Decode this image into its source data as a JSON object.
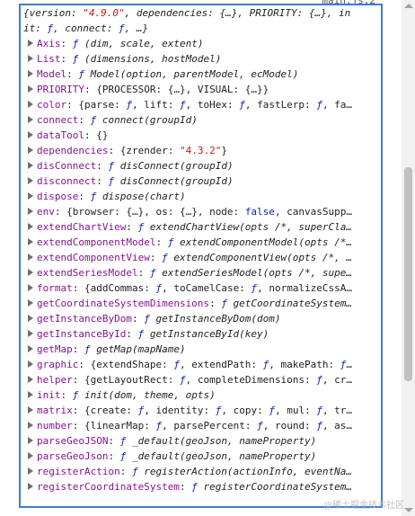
{
  "source_link": "main.js:2",
  "root_line1": "{version: \"4.9.0\", dependencies: {…}, PRIORITY: {…}, in",
  "root_line2": "it: ƒ, connect: ƒ, …}",
  "properties": [
    {
      "key": "Axis",
      "value": "ƒ (dim, scale, extent)",
      "expandable": true
    },
    {
      "key": "List",
      "value": "ƒ (dimensions, hostModel)",
      "expandable": true
    },
    {
      "key": "Model",
      "value": "ƒ Model(option, parentModel, ecModel)",
      "expandable": true
    },
    {
      "key": "PRIORITY",
      "value": "{PROCESSOR: {…}, VISUAL: {…}}",
      "expandable": true
    },
    {
      "key": "color",
      "value": "{parse: ƒ, lift: ƒ, toHex: ƒ, fastLerp: ƒ, fa…",
      "expandable": true
    },
    {
      "key": "connect",
      "value": "ƒ connect(groupId)",
      "expandable": true
    },
    {
      "key": "dataTool",
      "value": "{}",
      "expandable": true
    },
    {
      "key": "dependencies",
      "value": "{zrender: \"4.3.2\"}",
      "expandable": true
    },
    {
      "key": "disConnect",
      "value": "ƒ disConnect(groupId)",
      "expandable": true
    },
    {
      "key": "disconnect",
      "value": "ƒ disConnect(groupId)",
      "expandable": true
    },
    {
      "key": "dispose",
      "value": "ƒ dispose(chart)",
      "expandable": true
    },
    {
      "key": "env",
      "value": "{browser: {…}, os: {…}, node: false, canvasSupp…",
      "expandable": true
    },
    {
      "key": "extendChartView",
      "value": "ƒ extendChartView(opts /*, superCla…",
      "expandable": true
    },
    {
      "key": "extendComponentModel",
      "value": "ƒ extendComponentModel(opts /*…",
      "expandable": true
    },
    {
      "key": "extendComponentView",
      "value": "ƒ extendComponentView(opts /*, …",
      "expandable": true
    },
    {
      "key": "extendSeriesModel",
      "value": "ƒ extendSeriesModel(opts /*, supe…",
      "expandable": true
    },
    {
      "key": "format",
      "value": "{addCommas: ƒ, toCamelCase: ƒ, normalizeCssA…",
      "expandable": true
    },
    {
      "key": "getCoordinateSystemDimensions",
      "value": "ƒ getCoordinateSystem…",
      "expandable": true
    },
    {
      "key": "getInstanceByDom",
      "value": "ƒ getInstanceByDom(dom)",
      "expandable": true
    },
    {
      "key": "getInstanceById",
      "value": "ƒ getInstanceById(key)",
      "expandable": true
    },
    {
      "key": "getMap",
      "value": "ƒ getMap(mapName)",
      "expandable": true
    },
    {
      "key": "graphic",
      "value": "{extendShape: ƒ, extendPath: ƒ, makePath: ƒ…",
      "expandable": true
    },
    {
      "key": "helper",
      "value": "{getLayoutRect: ƒ, completeDimensions: ƒ, cr…",
      "expandable": true
    },
    {
      "key": "init",
      "value": "ƒ init(dom, theme, opts)",
      "expandable": true
    },
    {
      "key": "matrix",
      "value": "{create: ƒ, identity: ƒ, copy: ƒ, mul: ƒ, tr…",
      "expandable": true
    },
    {
      "key": "number",
      "value": "{linearMap: ƒ, parsePercent: ƒ, round: ƒ, as…",
      "expandable": true
    },
    {
      "key": "parseGeoJSON",
      "value": "ƒ _default(geoJson, nameProperty)",
      "expandable": true
    },
    {
      "key": "parseGeoJson",
      "value": "ƒ _default(geoJson, nameProperty)",
      "expandable": true
    },
    {
      "key": "registerAction",
      "value": "ƒ registerAction(actionInfo, eventNa…",
      "expandable": true
    },
    {
      "key": "registerCoordinateSystem",
      "value": "ƒ registerCoordinateSystem…",
      "expandable": true
    }
  ],
  "watermark": "@稀土掘金技术社区"
}
